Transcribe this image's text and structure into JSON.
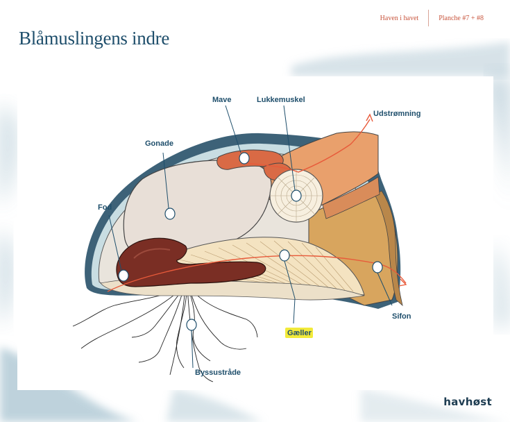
{
  "header": {
    "nav_left": "Haven i havet",
    "nav_right": "Planche #7 + #8"
  },
  "page": {
    "title": "Blåmuslingens indre"
  },
  "diagram": {
    "labels": {
      "mave": "Mave",
      "lukkemuskel": "Lukkemuskel",
      "udstromning": "Udstrømning",
      "gonade": "Gonade",
      "fod": "Fod",
      "gaeller": "Gæller",
      "sifon": "Sifon",
      "byssustraade": "Byssustråde"
    },
    "colors": {
      "shell_outer": "#3d6278",
      "mantle": "#c8dde2",
      "gonade": "#e8dfd7",
      "foot": "#7a2e24",
      "gills": "#f4e3c1",
      "muscle": "#f7efdf",
      "stomach": "#d96a45",
      "siphon": "#e9a06c",
      "flow_line": "#e85a3a",
      "highlight": "#f2ea3a",
      "accent": "#c8553d"
    }
  },
  "footer": {
    "brand": "havhøst"
  }
}
